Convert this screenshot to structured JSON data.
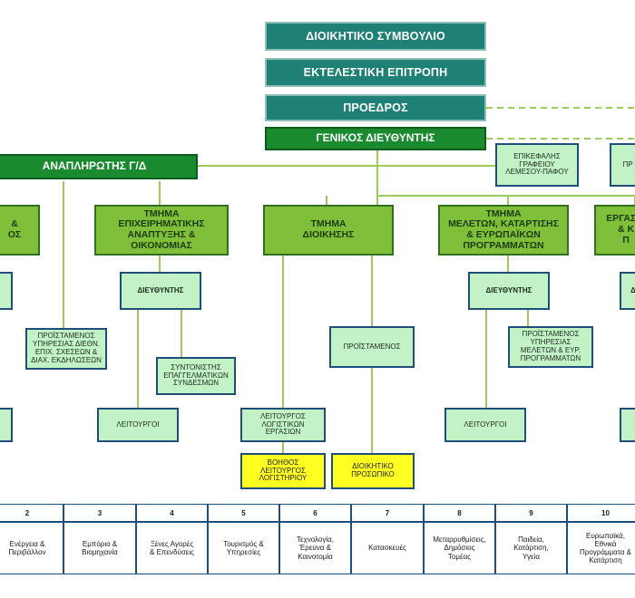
{
  "header": {
    "board": "ΔΙΟΙΚΗΤΙΚΟ ΣΥΜΒΟΥΛΙΟ",
    "exec": "ΕΚΤΕΛΕΣΤΙΚΗ ΕΠΙΤΡΟΠΗ",
    "president": "ΠΡΟΕΔΡΟΣ",
    "gm": "ΓΕΝΙΚΟΣ ΔΙΕΥΘΥΝΤΗΣ"
  },
  "deputy": "ΑΝΑΠΛΗΡΩΤΗΣ Γ/Δ",
  "limassol": "ΕΠΙΚΕΦΑΛΗΣ\nΓΡΑΦΕΙΟΥ\nΛΕΜΕΣΟΥ-ΠΑΦΟΥ",
  "right_partial": "ΠΡ",
  "departments": {
    "left_partial": "&\nΟΣ",
    "business": "ΤΜΗΜΑ\nΕΠΙΧΕΙΡΗΜΑΤΙΚΗΣ\nΑΝΑΠΤΥΞΗΣ &\nΟΙΚΟΝΟΜΙΑΣ",
    "admin": "ΤΜΗΜΑ\nΔΙΟΙΚΗΣΗΣ",
    "studies": "ΤΜΗΜΑ\nΜΕΛΕΤΩΝ, ΚΑΤΑΡΤΙΣΗΣ\n& ΕΥΡΩΠΑΪΚΩΝ\nΠΡΟΓΡΑΜΜΑΤΩΝ",
    "right_partial": "ΕΡΓΑΣΙΑ\n& Κ\nΠ"
  },
  "units": {
    "director": "ΔΙΕΥΘΥΝΤΗΣ",
    "head_intl": "ΠΡΟΪΣΤΑΜΕΝΟΣ\nΥΠΗΡΕΣΙΑΣ ΔΙΕΘΝ.\nΕΠΙΧ. ΣΧΕΣΕΩΝ &\nΔΙΑΧ. ΕΚΔΗΛΩΣΕΩΝ",
    "coordinator": "ΣΥΝΤΟΝΙΣΤΗΣ\nΕΠΑΓΓΕΛΜΑΤΙΚΩΝ\nΣΥΝΔΕΣΜΩΝ",
    "officers": "ΛΕΙΤΟΥΡΓΟΙ",
    "supervisor": "ΠΡΟΪΣΤΑΜΕΝΟΣ",
    "accounting_officer": "ΛΕΙΤΟΥΡΓΟΣ\nΛΟΓΙΣΤΙΚΩΝ\nΕΡΓΑΣΙΩΝ",
    "assistant_accounting": "ΒΟΗΘΟΣ\nΛΕΙΤΟΥΡΓΟΣ\nΛΟΓΙΣΤΗΡΙΟΥ",
    "admin_staff": "ΔΙΟΙΚΗΤΙΚΟ\nΠΡΟΣΩΠΙΚΟ",
    "head_studies": "ΠΡΟΪΣΤΑΜΕΝΟΣ\nΥΠΗΡΕΣΙΑΣ\nΜΕΛΕΤΩΝ & ΕΥΡ.\nΠΡΟΓΡΑΜΜΑΤΩΝ",
    "partial_a": "Δ"
  },
  "table": {
    "cols": [
      {
        "num": "2",
        "label": "Ενέργεια &\nΠεριβάλλον"
      },
      {
        "num": "3",
        "label": "Εμπόριο &\nΒιομηχανία"
      },
      {
        "num": "4",
        "label": "Ξένες Αγορές\n& Επενδύσεις"
      },
      {
        "num": "5",
        "label": "Τουρισμός &\nΥπηρεσίες"
      },
      {
        "num": "6",
        "label": "Τεχνολογία,\nΈρευνα &\nΚαινοτομία"
      },
      {
        "num": "7",
        "label": "Κατασκευές"
      },
      {
        "num": "8",
        "label": "Μεταρρυθμίσεις,\nΔημόσιος\nΤομέας"
      },
      {
        "num": "9",
        "label": "Παιδεία,\nΚατάρτιση,\nΥγεία"
      },
      {
        "num": "10",
        "label": "Ευρωπαϊκά,\nΕθνικά\nΠρογράμματα &\nΚατάρτιση"
      }
    ]
  },
  "colors": {
    "teal": "#1f8076",
    "dark_green": "#1a8a2e",
    "green": "#7fbf3a",
    "light_green": "#c3f2c6",
    "yellow": "#ffff22",
    "connector": "#9acd5a",
    "navy_border": "#1f4e79"
  }
}
